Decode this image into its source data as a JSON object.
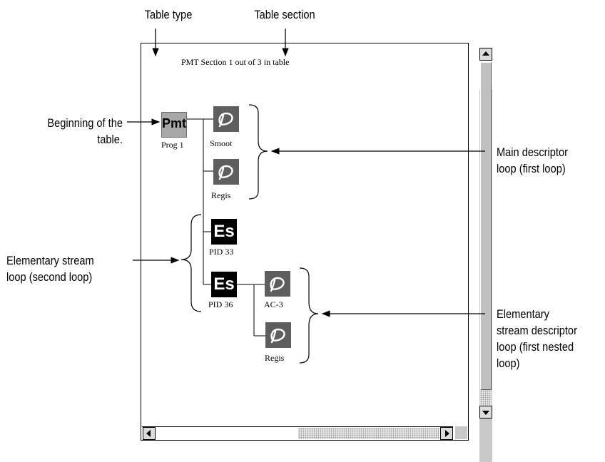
{
  "callouts": {
    "table_type": "Table type",
    "table_section": "Table section",
    "beginning_line1": "Beginning of the",
    "beginning_line2": "table.",
    "main_loop_line1": "Main descriptor",
    "main_loop_line2": "loop (first loop)",
    "es_loop_line1": "Elementary stream",
    "es_loop_line2": "loop (second loop)",
    "es_desc_line1": "Elementary",
    "es_desc_line2": "stream descriptor",
    "es_desc_line3": "loop (first nested",
    "es_desc_line4": "loop)"
  },
  "window": {
    "header": "PMT Section 1 out of 3 in table"
  },
  "nodes": {
    "pmt": {
      "icon_text": "Pmt",
      "label": "Prog 1"
    },
    "smoot": {
      "label": "Smoot"
    },
    "regis1": {
      "label": "Regis"
    },
    "es33": {
      "icon_text": "Es",
      "label": "PID 33"
    },
    "es36": {
      "icon_text": "Es",
      "label": "PID 36"
    },
    "ac3": {
      "label": "AC-3"
    },
    "regis2": {
      "label": "Regis"
    }
  },
  "colors": {
    "pmt_icon": "#a8a8a8",
    "descriptor_icon": "#5e5e5e",
    "es_icon": "#000000",
    "scrollbar": "#c8c8c8"
  },
  "icons": {
    "descriptor": "descriptor-icon",
    "scroll_up": "up-arrow-icon",
    "scroll_down": "down-arrow-icon",
    "scroll_left": "left-arrow-icon",
    "scroll_right": "right-arrow-icon"
  }
}
